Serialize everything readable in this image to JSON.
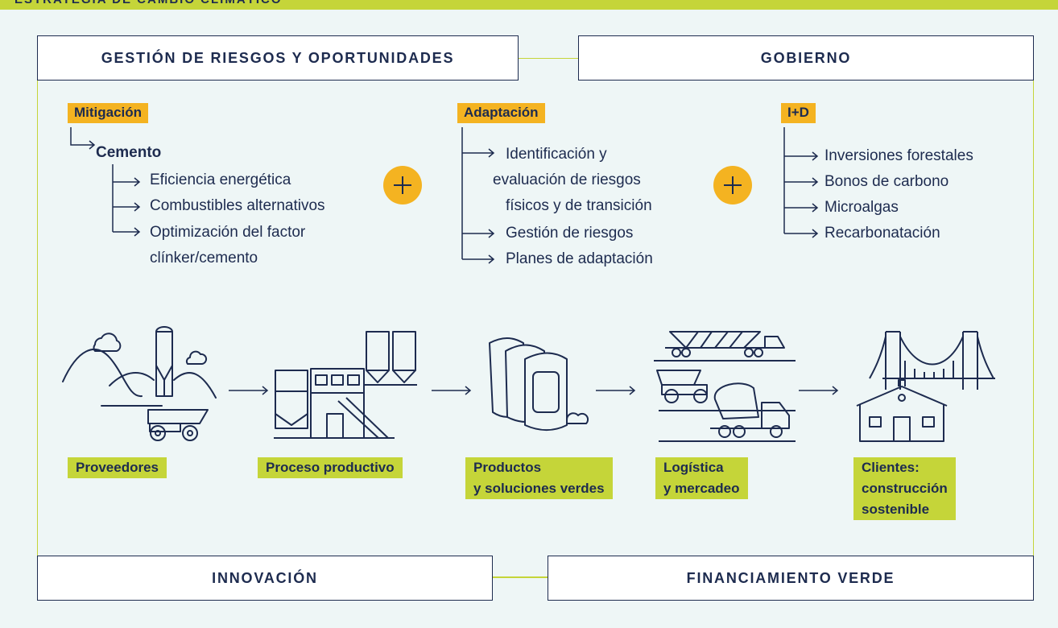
{
  "header_title": "ESTRATEGIA DE CAMBIO CLIMÁTICO",
  "boxes": {
    "top_left": "GESTIÓN DE RIESGOS Y OPORTUNIDADES",
    "top_right": "GOBIERNO",
    "bottom_left": "INNOVACIÓN",
    "bottom_right": "FINANCIAMIENTO VERDE"
  },
  "mitigacion": {
    "label": "Mitigación",
    "sub": "Cemento",
    "items": [
      "Eficiencia energética",
      "Combustibles alternativos",
      "Optimización del factor",
      "clínker/cemento"
    ]
  },
  "adaptacion": {
    "label": "Adaptación",
    "items": [
      "Identificación y",
      "evaluación de riesgos",
      "físicos y de transición",
      "Gestión de riesgos",
      "Planes de adaptación"
    ]
  },
  "id": {
    "label": "I+D",
    "items": [
      "Inversiones forestales",
      "Bonos de carbono",
      "Microalgas",
      "Recarbonatación"
    ]
  },
  "plus_symbol": "+",
  "stages": [
    {
      "icon": "mining-icon",
      "lines": [
        "Proveedores"
      ]
    },
    {
      "icon": "factory-icon",
      "lines": [
        "Proceso productivo"
      ]
    },
    {
      "icon": "cement-bags-icon",
      "lines": [
        "Productos",
        "y soluciones verdes"
      ]
    },
    {
      "icon": "logistics-icon",
      "lines": [
        "Logística",
        "y mercadeo"
      ]
    },
    {
      "icon": "construction-icon",
      "lines": [
        "Clientes:",
        "construcción",
        "sostenible"
      ]
    }
  ],
  "colors": {
    "navy": "#1d2b4f",
    "lime": "#c5d539",
    "orange": "#f4b321",
    "background": "#eef6f6"
  }
}
